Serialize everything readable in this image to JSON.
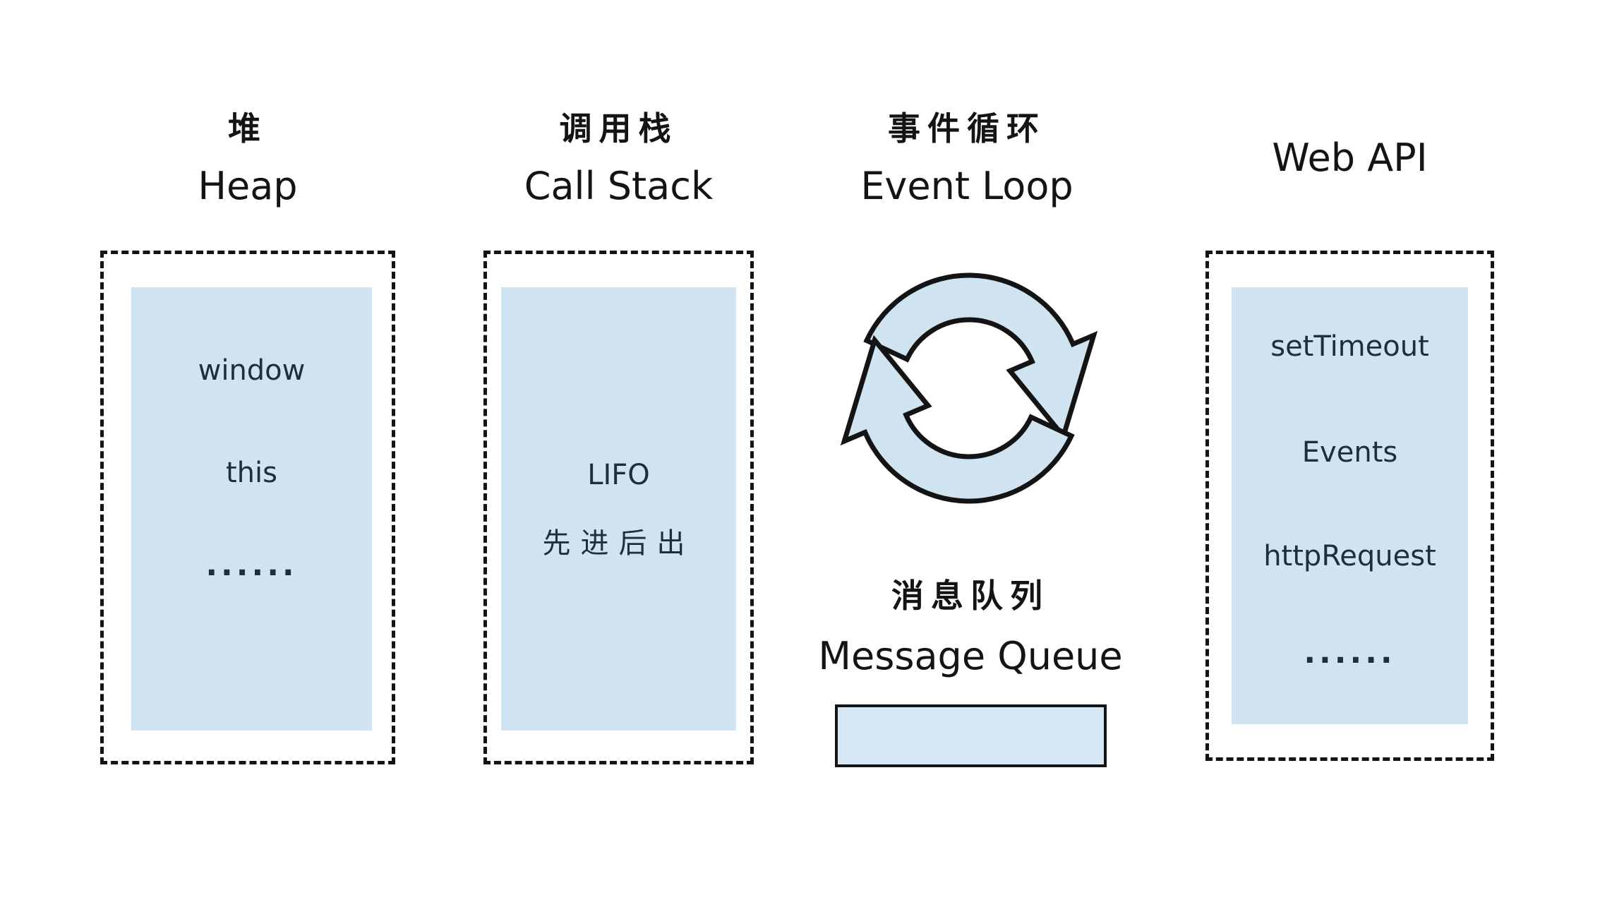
{
  "colors": {
    "background": "#ffffff",
    "panel_fill": "#cfe3f1",
    "queue_fill": "#d5e7f4",
    "outline": "#141414",
    "content_text": "#1c2e40",
    "heading_text": "#141414"
  },
  "columns": {
    "heap": {
      "title_zh": "堆",
      "title_en": "Heap",
      "items": [
        "window",
        "this",
        "......"
      ]
    },
    "call_stack": {
      "title_zh": "调用栈",
      "title_en": "Call Stack",
      "items": [
        "LIFO",
        "先进后出"
      ]
    },
    "event_loop": {
      "title_zh": "事件循环",
      "title_en": "Event Loop",
      "icon": "cycle-arrows-icon"
    },
    "web_api": {
      "title_en": "Web API",
      "items": [
        "setTimeout",
        "Events",
        "httpRequest",
        "......"
      ]
    }
  },
  "message_queue": {
    "title_zh": "消息队列",
    "title_en": "Message Queue"
  }
}
